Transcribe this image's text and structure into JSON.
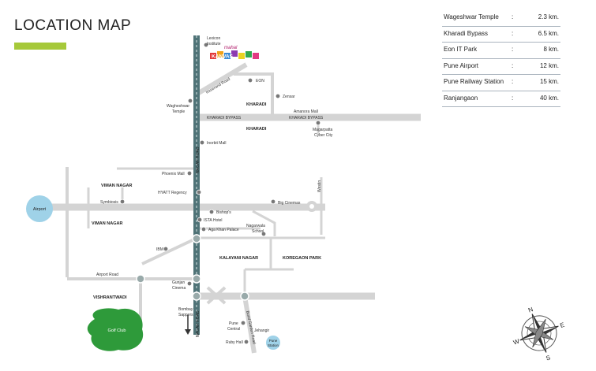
{
  "title": "LOCATION MAP",
  "colors": {
    "accent_bar": "#a6c93a",
    "road": "#d4d4d4",
    "main_road": "#4f7377",
    "water_circle": "#9fd2e8",
    "golf_green": "#2e9a3a",
    "text": "#222222",
    "table_rule": "#aab4be"
  },
  "distances": [
    {
      "place": "Wageshwar Temple",
      "sep": ":",
      "value": "2.3 km."
    },
    {
      "place": "Kharadi Bypass",
      "sep": ":",
      "value": "6.5 km."
    },
    {
      "place": "Eon IT Park",
      "sep": ":",
      "value": "8 km."
    },
    {
      "place": "Pune Airport",
      "sep": ":",
      "value": "12 km."
    },
    {
      "place": "Pune Railway Station",
      "sep": ":",
      "value": "15 km."
    },
    {
      "place": "Ranjangaon",
      "sep": ":",
      "value": "40 km."
    }
  ],
  "road_labels": {
    "nagar_road_top": "NAGAR ROAD",
    "nagar_road_bottom": "NAGAR ROAD",
    "kharadi_bypass_left": "KHARADI BYPASS",
    "kharadi_bypass_right": "KHARADI BYPASS",
    "keserand_road": "Keserand Road",
    "airport_road": "Airport Road",
    "bund_garden_road": "Bund Garden Road",
    "westin": "Westin"
  },
  "areas": {
    "kharadi_1": "KHARADI",
    "kharadi_2": "KHARADI",
    "viman_nagar_1": "VIMAN NAGAR",
    "viman_nagar_2": "VIMAN NAGAR",
    "kalayani_nagar": "KALAYANI NAGAR",
    "koregaon_park": "KOREGAON PARK",
    "vishrantwadi": "VISHRANTWADI"
  },
  "landmarks": {
    "lexicon_1": "Lexicon",
    "lexicon_2": "Institute",
    "project_logo_script": "mahal",
    "project_logo": "KANVAS",
    "eon": "EON",
    "zensar": "Zensar",
    "amanora": "Amanora Mall",
    "wagheshwar_1": "Wagheshwar",
    "wagheshwar_2": "Temple",
    "magarpatta_1": "Magarpatta",
    "magarpatta_2": "Cyber City",
    "inorbit": "Inorbit Mall",
    "phoenix": "Phoenix Mall",
    "hyatt": "HYATT Regency",
    "symbiosis": "Symbiosis",
    "big_cinemas": "Big Cinemas",
    "bishops": "Bishop's",
    "ista": "ISTA Hotel",
    "aga_khan": "Aga Khan Palace",
    "nagarwala_1": "Nagarwala",
    "nagarwala_2": "School",
    "ibm": "IBM",
    "gunjan_1": "Gunjan",
    "gunjan_2": "Cinema",
    "bombay_1": "Bombay",
    "bombay_2": "Sappers",
    "pune_central_1": "Pune",
    "pune_central_2": "Central",
    "jehangir": "Jehangir",
    "ruby_hall": "Ruby Hall",
    "pune_station_1": "Pune",
    "pune_station_2": "Station",
    "airport": "Airport",
    "golf_club": "Golf Club"
  },
  "compass": {
    "n": "N",
    "e": "E",
    "s": "S",
    "w": "W"
  }
}
